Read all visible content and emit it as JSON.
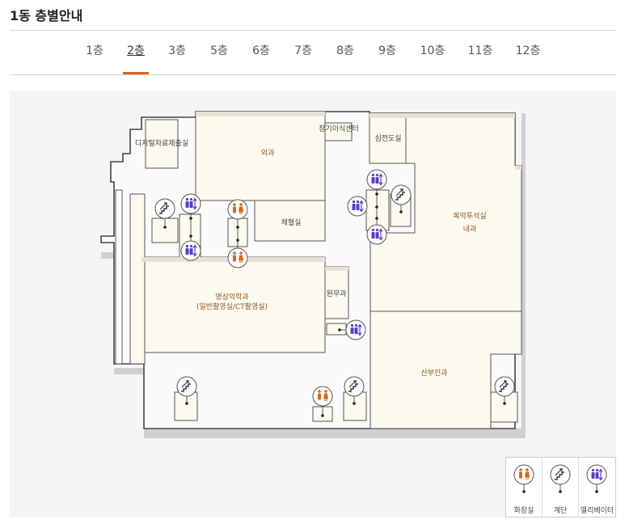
{
  "page_title": "1동 층별안내",
  "floor_tabs": [
    "1층",
    "2층",
    "3층",
    "5층",
    "6층",
    "7층",
    "8층",
    "9층",
    "10층",
    "11층",
    "12층"
  ],
  "active_floor": "2층",
  "rooms": {
    "data_submission": "디지털자료제출실",
    "surgery": "외과",
    "organ_transplant_center": "장기이식센터",
    "cardiac_exam": "심전도실",
    "blood_collection": "채혈실",
    "peritoneal_dialysis": "복막투석실",
    "internal_medicine": "내과",
    "radiology_line1": "영상의학과",
    "radiology_line2": "(일반촬영실/CT촬영실)",
    "hospital_affairs": "원무과",
    "obgyn": "산부인과"
  },
  "legend": {
    "restroom": "화장실",
    "stairs": "계단",
    "elevator": "엘리베이터"
  },
  "colors": {
    "accent": "#d2691e",
    "restroom": "#d2691e",
    "elevator": "#5b3fc4",
    "stairs": "#333333",
    "room_fill": "#fcf9ef",
    "wall": "#444444"
  }
}
